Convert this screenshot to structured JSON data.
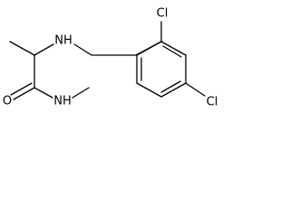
{
  "molecule": {
    "atoms": {
      "amine_nh": "NH",
      "chlorine_ortho": "Cl",
      "chlorine_para": "Cl",
      "carbonyl_o": "O",
      "amide_nh": "NH"
    }
  },
  "colors": {
    "bond": "#000000",
    "label": "#000000",
    "background": "#ffffff"
  }
}
